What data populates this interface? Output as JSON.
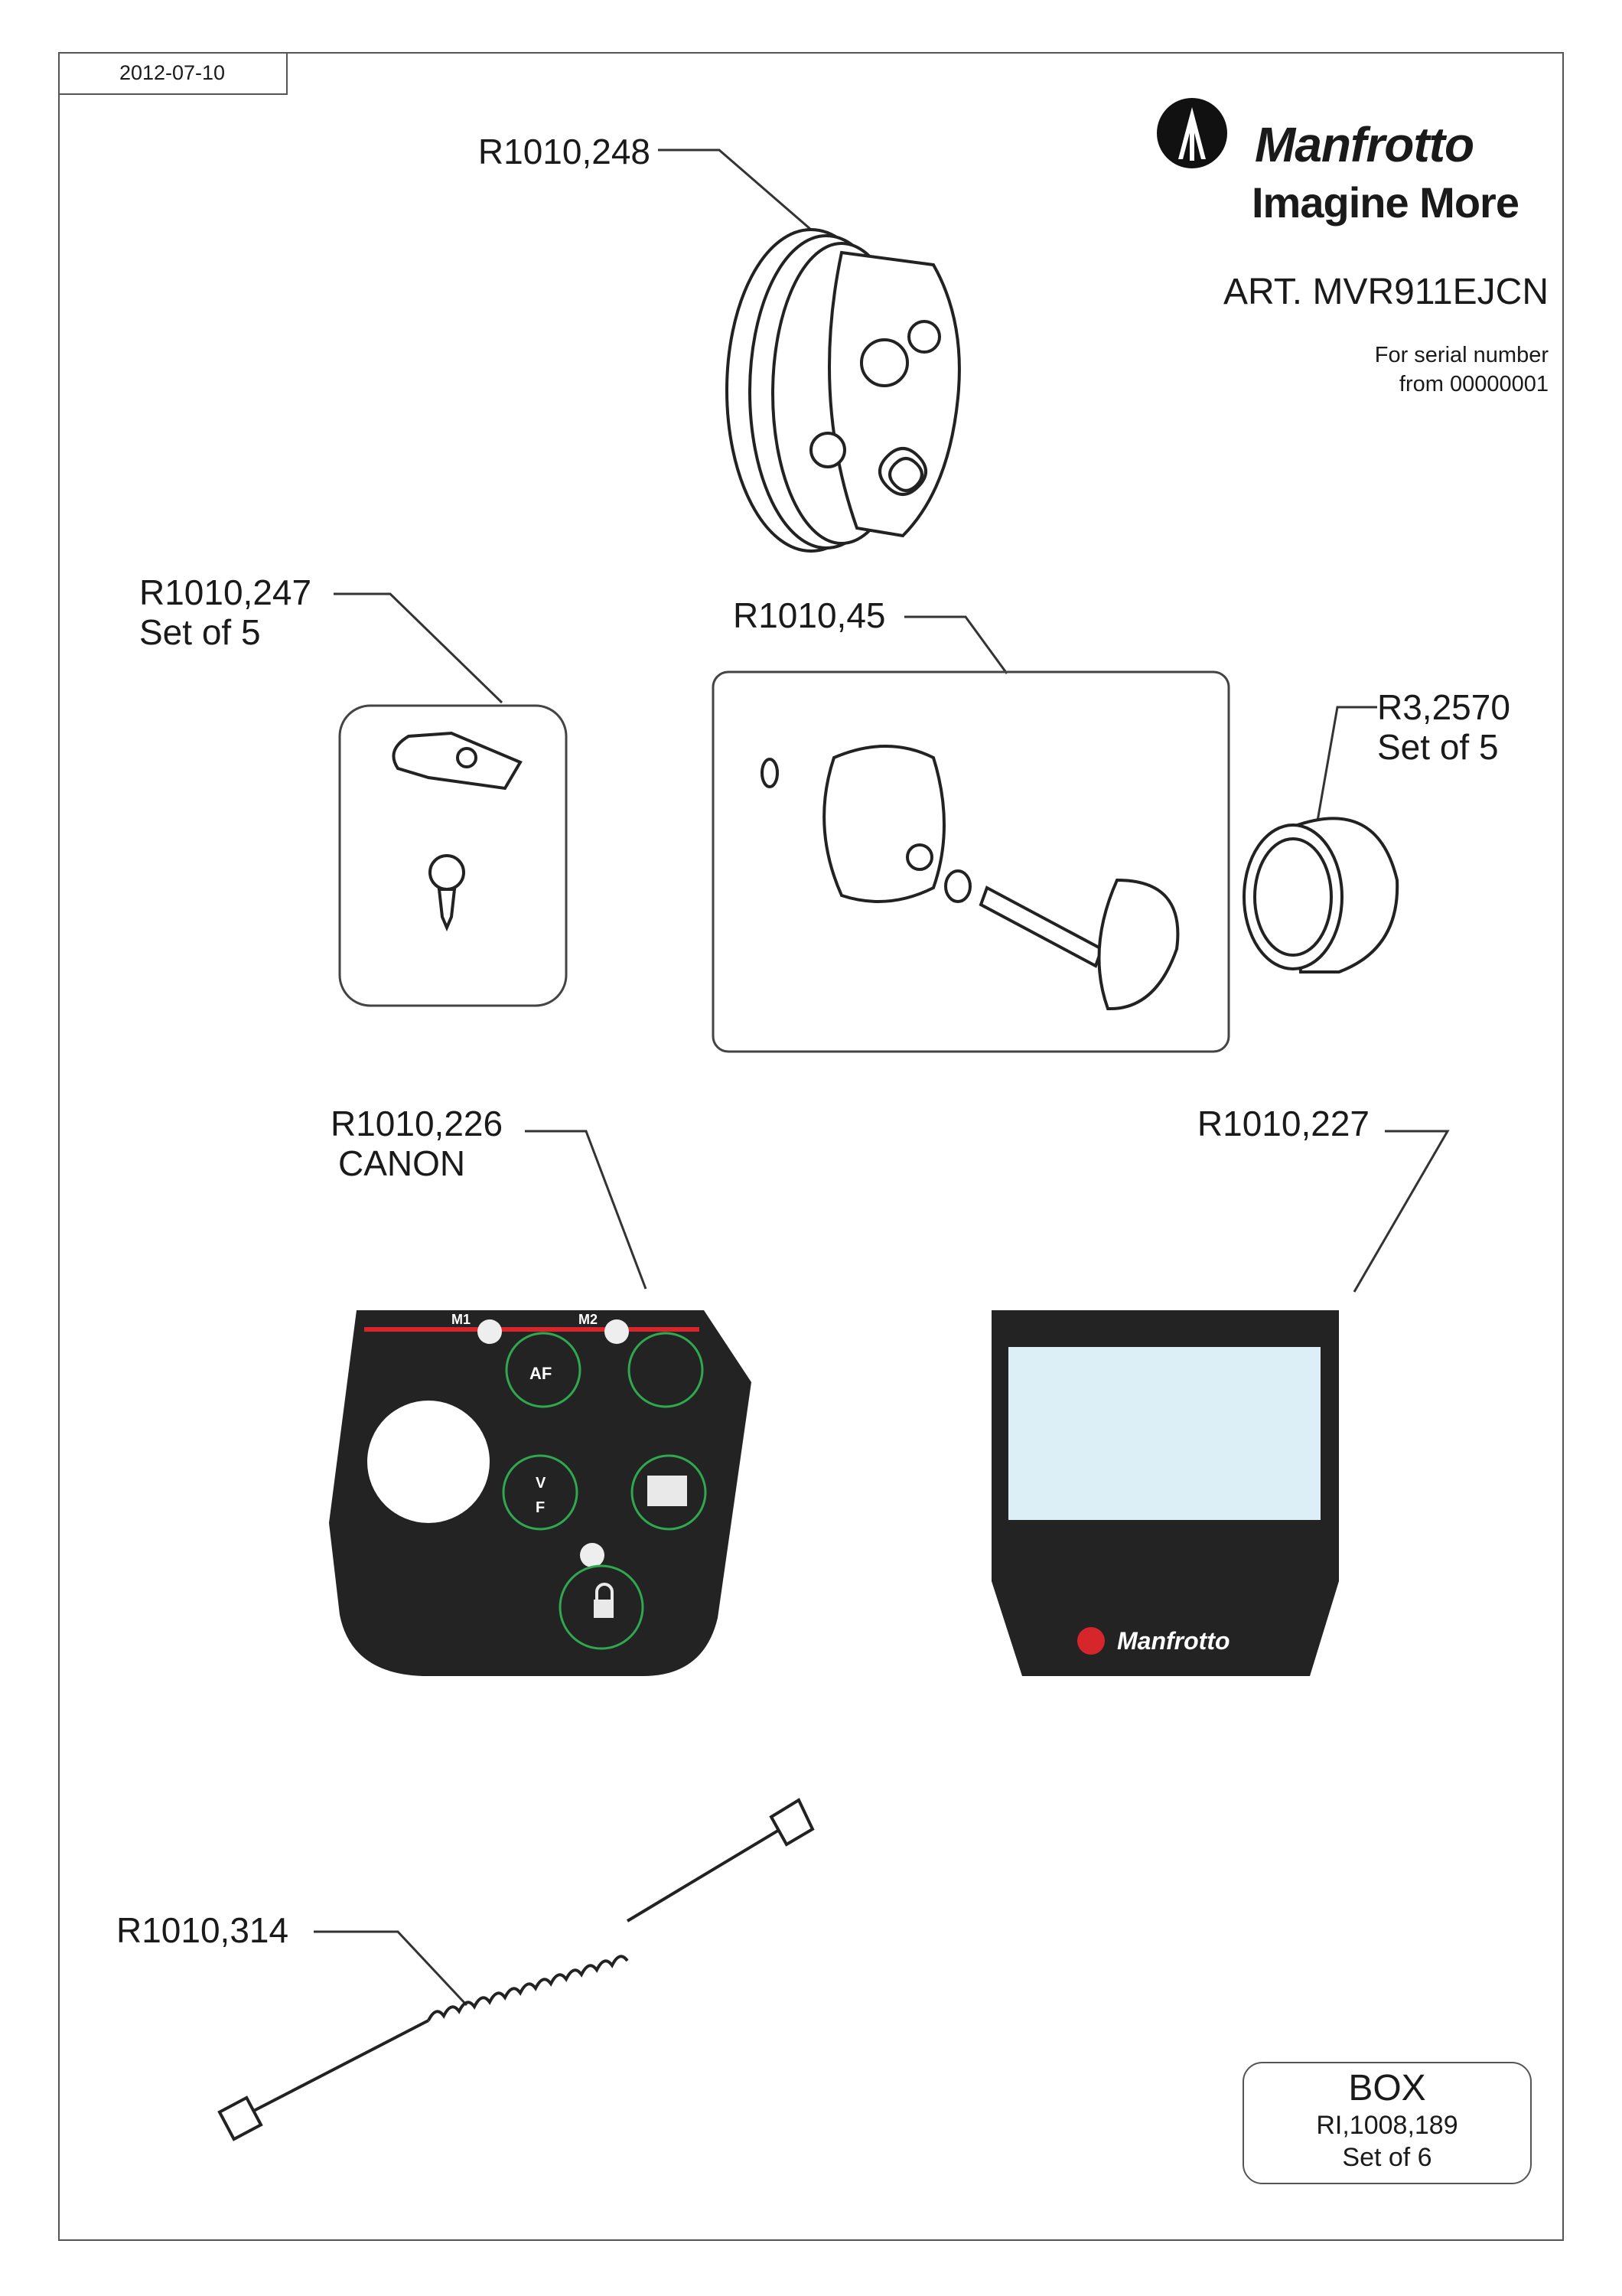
{
  "header": {
    "date": "2012-07-10",
    "brand": "Manfrotto",
    "tagline": "Imagine More",
    "article": "ART. MVR911EJCN",
    "serial_line1": "For serial number",
    "serial_line2": "from 00000001"
  },
  "parts": {
    "p248": {
      "code": "R1010,248"
    },
    "p247": {
      "code": "R1010,247",
      "qty": "Set of 5"
    },
    "p45": {
      "code": "R1010,45"
    },
    "p2570": {
      "code": "R3,2570",
      "qty": "Set of 5"
    },
    "p226": {
      "code": "R1010,226",
      "variant": "CANON"
    },
    "p227": {
      "code": "R1010,227"
    },
    "p314": {
      "code": "R1010,314"
    }
  },
  "keypad": {
    "m1": "M1",
    "m2": "M2",
    "af": "AF",
    "v": "V",
    "f": "F"
  },
  "display_brand": "Manfrotto",
  "box": {
    "title": "BOX",
    "code": "RI,1008,189",
    "qty": "Set of 6"
  },
  "colors": {
    "line": "#555555",
    "accent_red": "#d7262b",
    "button_green": "#2fa84f",
    "panel_dark": "#232323",
    "screen": "#dceef6"
  }
}
